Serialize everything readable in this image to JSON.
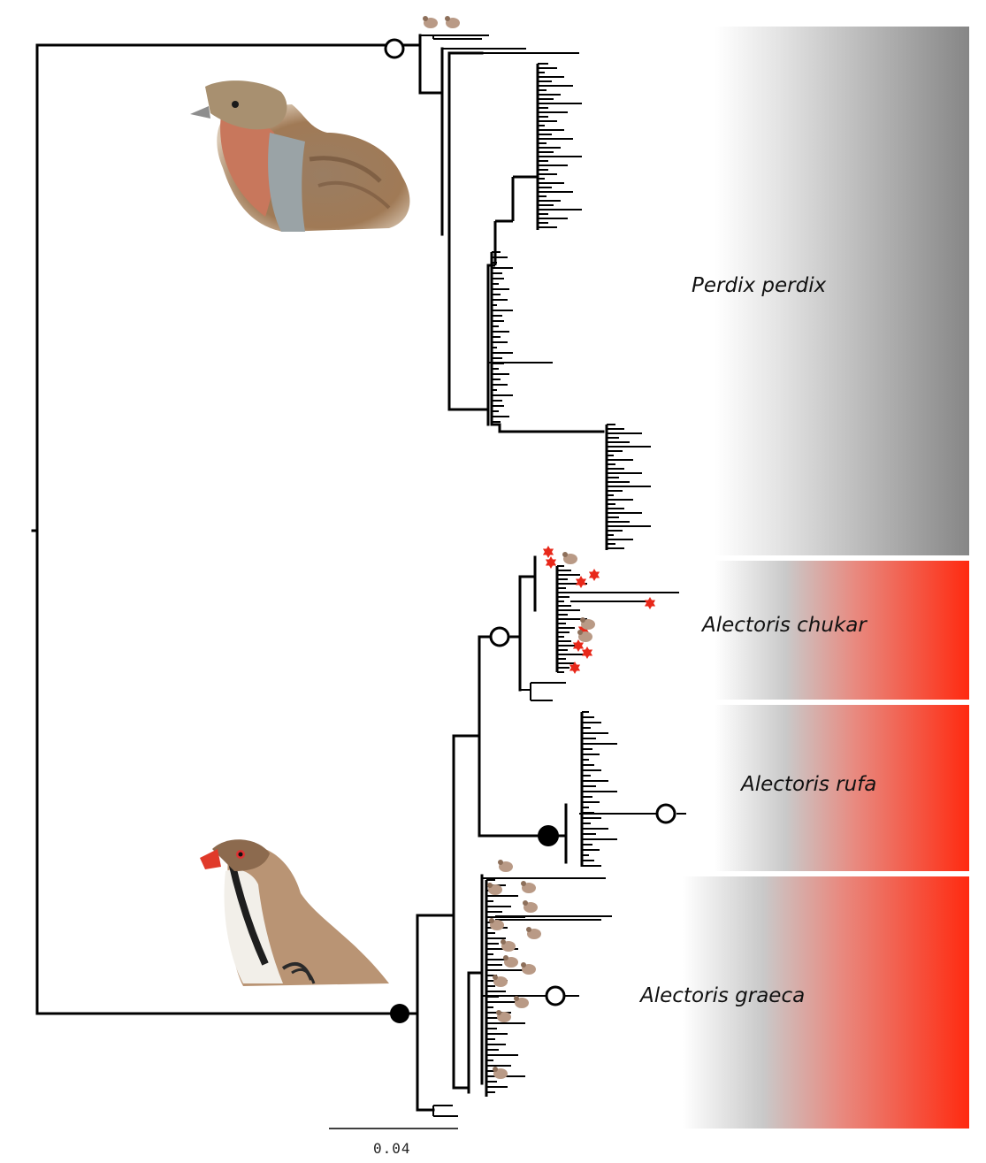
{
  "figure": {
    "scale_bar_label": "0.04",
    "clades": [
      {
        "id": "perdix",
        "label": "Perdix perdix",
        "color": "#8a8a8a"
      },
      {
        "id": "chukar",
        "label": "Alectoris chukar",
        "color": "#ff2a10"
      },
      {
        "id": "rufa",
        "label": "Alectoris rufa",
        "color": "#ff2a10"
      },
      {
        "id": "graeca",
        "label": "Alectoris graeca",
        "color": "#ff2a10"
      }
    ],
    "node_marker_open": "open-circle-node",
    "node_marker_filled": "filled-circle-node",
    "tip_marker_star_color": "#e8281a",
    "bird_illustrations": [
      "grey-partridge-illustration",
      "red-legged-partridge-illustration"
    ]
  }
}
